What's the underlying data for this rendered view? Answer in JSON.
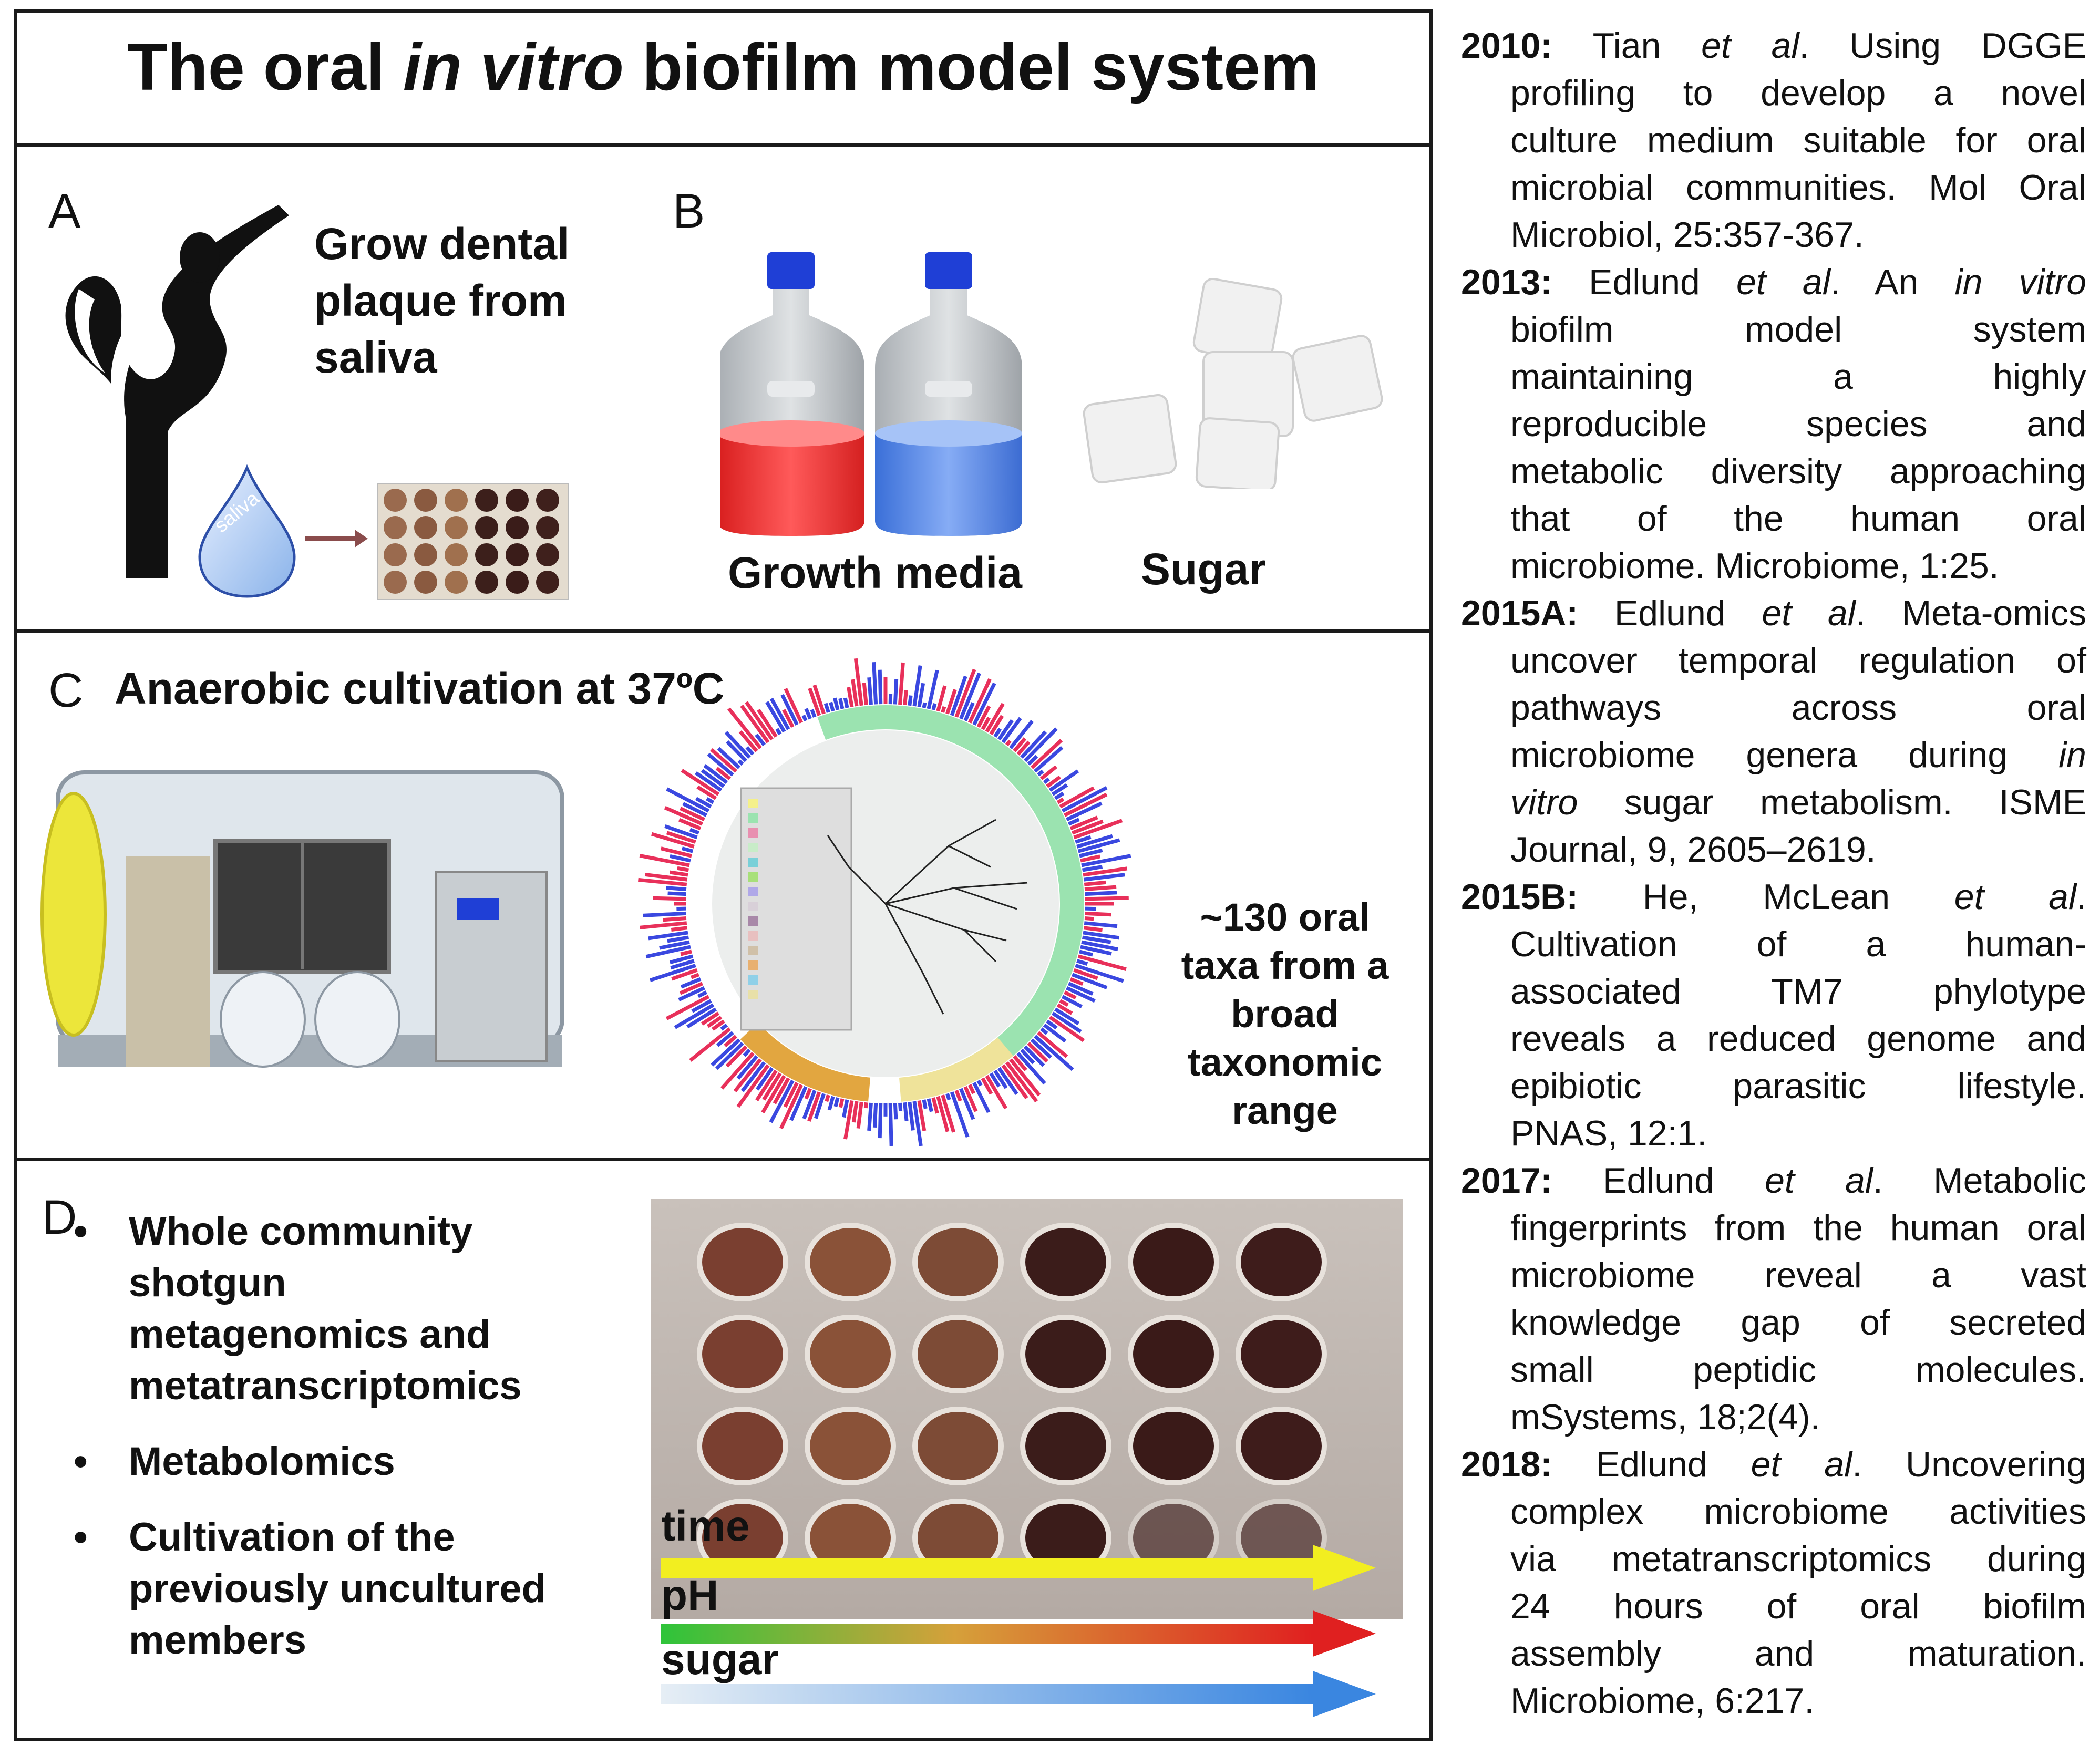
{
  "title": {
    "pre": "The oral ",
    "italic": "in vitro",
    "post": " biofilm model system"
  },
  "panel_a": {
    "letter": "A",
    "caption_lines": [
      "Grow dental",
      "plaque from",
      "saliva"
    ],
    "drop_label": "saliva"
  },
  "panel_b": {
    "letter": "B",
    "caption_media": "Growth media",
    "caption_sugar": "Sugar"
  },
  "panel_c": {
    "letter": "C",
    "heading": "Anaerobic cultivation at 37ºC",
    "caption_lines": [
      "~130 oral",
      "taxa from a",
      "broad",
      "taxonomic",
      "range"
    ]
  },
  "panel_d": {
    "letter": "D",
    "bullets": [
      [
        "Whole community",
        "shotgun",
        "metagenomics and",
        "metatranscriptomics"
      ],
      [
        "Metabolomics"
      ],
      [
        "Cultivation of the",
        "previously uncultured",
        "members"
      ]
    ],
    "arrows": [
      {
        "label": "time",
        "color": "#f2ee20"
      },
      {
        "label": "pH",
        "color": "#e02020"
      },
      {
        "label": "sugar",
        "color": "#3a86e0"
      }
    ]
  },
  "references": [
    {
      "year": "2010:",
      "lines": [
        [
          {
            "t": "Tian "
          },
          {
            "t": "et al",
            "i": true
          },
          {
            "t": ". Using DGGE"
          }
        ],
        [
          {
            "t": "profiling to develop a novel"
          }
        ],
        [
          {
            "t": "culture medium suitable for oral"
          }
        ],
        [
          {
            "t": "microbial communities. Mol Oral"
          }
        ],
        [
          {
            "t": "Microbiol, 25:357-367."
          }
        ]
      ]
    },
    {
      "year": "2013:",
      "lines": [
        [
          {
            "t": "Edlund "
          },
          {
            "t": "et al",
            "i": true
          },
          {
            "t": ". An "
          },
          {
            "t": "in vitro",
            "i": true
          }
        ],
        [
          {
            "t": "biofilm model system"
          }
        ],
        [
          {
            "t": "maintaining a highly"
          }
        ],
        [
          {
            "t": "reproducible species and"
          }
        ],
        [
          {
            "t": "metabolic diversity approaching"
          }
        ],
        [
          {
            "t": "that of the human oral"
          }
        ],
        [
          {
            "t": "microbiome. Microbiome, 1:25."
          }
        ]
      ]
    },
    {
      "year": "2015A:",
      "lines": [
        [
          {
            "t": "Edlund "
          },
          {
            "t": "et al",
            "i": true
          },
          {
            "t": ". Meta-omics"
          }
        ],
        [
          {
            "t": "uncover temporal regulation of"
          }
        ],
        [
          {
            "t": "pathways across oral"
          }
        ],
        [
          {
            "t": "microbiome genera during "
          },
          {
            "t": "in",
            "i": true
          }
        ],
        [
          {
            "t": "vitro",
            "i": true
          },
          {
            "t": " sugar metabolism. ISME"
          }
        ],
        [
          {
            "t": "Journal, 9, 2605–2619."
          }
        ]
      ]
    },
    {
      "year": "2015B:",
      "lines": [
        [
          {
            "t": "He, McLean "
          },
          {
            "t": "et al",
            "i": true
          },
          {
            "t": "."
          }
        ],
        [
          {
            "t": "Cultivation of a human-"
          }
        ],
        [
          {
            "t": "associated TM7 phylotype"
          }
        ],
        [
          {
            "t": "reveals a reduced genome and"
          }
        ],
        [
          {
            "t": "epibiotic parasitic lifestyle."
          }
        ],
        [
          {
            "t": "PNAS, 12:1."
          }
        ]
      ]
    },
    {
      "year": "2017:",
      "lines": [
        [
          {
            "t": "Edlund "
          },
          {
            "t": "et al",
            "i": true
          },
          {
            "t": ". Metabolic"
          }
        ],
        [
          {
            "t": "fingerprints from the human oral"
          }
        ],
        [
          {
            "t": "microbiome reveal a vast"
          }
        ],
        [
          {
            "t": "knowledge gap of secreted"
          }
        ],
        [
          {
            "t": "small peptidic molecules."
          }
        ],
        [
          {
            "t": "mSystems, 18;2(4)."
          }
        ]
      ]
    },
    {
      "year": "2018:",
      "lines": [
        [
          {
            "t": "Edlund "
          },
          {
            "t": "et al",
            "i": true
          },
          {
            "t": ". Uncovering"
          }
        ],
        [
          {
            "t": "complex microbiome activities"
          }
        ],
        [
          {
            "t": "via metatranscriptomics during"
          }
        ],
        [
          {
            "t": "24 hours of oral biofilm"
          }
        ],
        [
          {
            "t": "assembly and maturation."
          }
        ],
        [
          {
            "t": "Microbiome, 6:217."
          }
        ]
      ]
    }
  ],
  "colors": {
    "border": "#1a1a1a",
    "bottle_cap": "#1f3fd6",
    "media_red": "#f23a3a",
    "media_blue": "#5a8ef0",
    "ring_green": "#9be3b0",
    "ring_orange": "#e2a640",
    "ring_yellow": "#efe39a"
  }
}
